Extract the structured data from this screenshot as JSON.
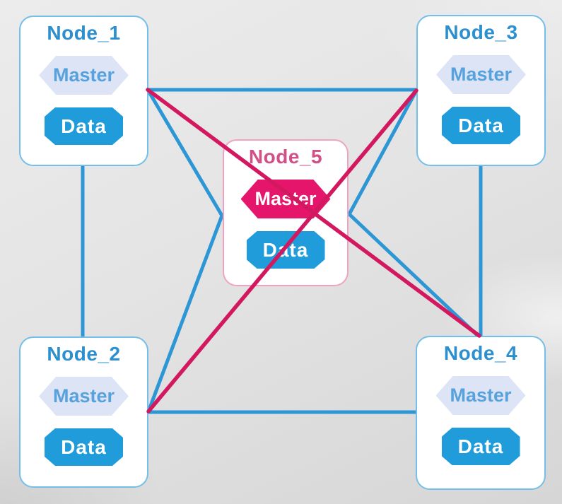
{
  "diagram": {
    "nodes": [
      {
        "id": "node1",
        "title": "Node_1",
        "master_label": "Master",
        "data_label": "Data",
        "master_state": "standby"
      },
      {
        "id": "node2",
        "title": "Node_2",
        "master_label": "Master",
        "data_label": "Data",
        "master_state": "standby"
      },
      {
        "id": "node3",
        "title": "Node_3",
        "master_label": "Master",
        "data_label": "Data",
        "master_state": "standby"
      },
      {
        "id": "node4",
        "title": "Node_4",
        "master_label": "Master",
        "data_label": "Data",
        "master_state": "standby"
      },
      {
        "id": "node5",
        "title": "Node_5",
        "master_label": "Master",
        "data_label": "Data",
        "master_state": "active"
      }
    ],
    "edges": [
      {
        "from": "node1",
        "to": "node3",
        "color": "blue",
        "layer": "under"
      },
      {
        "from": "node1",
        "to": "node2",
        "color": "blue",
        "layer": "under"
      },
      {
        "from": "node2",
        "to": "node4",
        "color": "blue",
        "layer": "under"
      },
      {
        "from": "node3",
        "to": "node4",
        "color": "blue",
        "layer": "under"
      },
      {
        "from": "node1",
        "to": "node5",
        "color": "blue",
        "layer": "under"
      },
      {
        "from": "node2",
        "to": "node5",
        "color": "blue",
        "layer": "under"
      },
      {
        "from": "node3",
        "to": "node5",
        "color": "blue",
        "layer": "under"
      },
      {
        "from": "node4",
        "to": "node5",
        "color": "blue",
        "layer": "under"
      },
      {
        "from": "node1",
        "to": "node4",
        "color": "pink",
        "layer": "over"
      },
      {
        "from": "node2",
        "to": "node3",
        "color": "pink",
        "layer": "over"
      }
    ],
    "colors": {
      "edge_blue": "#2D96D5",
      "edge_pink": "#D2195F",
      "card_border_blue": "#74BFE8",
      "card_border_pink": "#F0A3C0",
      "title_blue": "#2B8FD0",
      "title_pink": "#D15087",
      "master_fill": "#DCE4F5",
      "master_text": "#57A2DD",
      "master_active_fill": "#E5156B",
      "master_active_text": "#FFFFFF",
      "data_fill": "#1F9CD9",
      "data_text": "#FFFFFF"
    }
  }
}
